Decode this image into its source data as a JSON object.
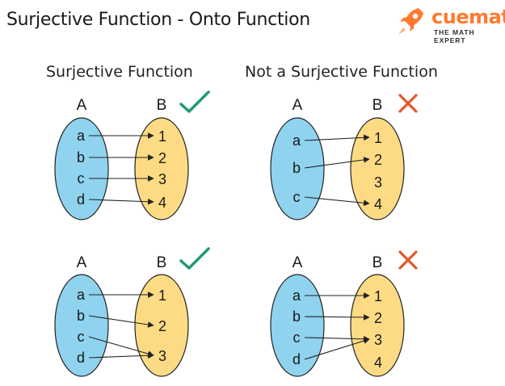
{
  "page_title": "Surjective Function - Onto Function",
  "brand": {
    "name_part1": "cue",
    "name_part2": "math",
    "tagline": "THE MATH EXPERT"
  },
  "colors": {
    "domain_fill": "#8fd3ef",
    "codomain_fill": "#fddb84",
    "check": "#1f9b73",
    "cross": "#e4572e",
    "outline": "#222222",
    "brand": "#ff7a2f"
  },
  "diagrams": [
    {
      "title": "Surjective Function",
      "set_a_label": "A",
      "set_b_label": "B",
      "mark": "check",
      "domain": [
        "a",
        "b",
        "c",
        "d"
      ],
      "codomain": [
        "1",
        "2",
        "3",
        "4"
      ],
      "mapping": [
        [
          "a",
          "1"
        ],
        [
          "b",
          "2"
        ],
        [
          "c",
          "3"
        ],
        [
          "d",
          "4"
        ]
      ]
    },
    {
      "title": "Not a Surjective Function",
      "set_a_label": "A",
      "set_b_label": "B",
      "mark": "cross",
      "domain": [
        "a",
        "b",
        "c"
      ],
      "codomain": [
        "1",
        "2",
        "3",
        "4"
      ],
      "mapping": [
        [
          "a",
          "1"
        ],
        [
          "b",
          "2"
        ],
        [
          "c",
          "4"
        ]
      ]
    },
    {
      "title": "",
      "set_a_label": "A",
      "set_b_label": "B",
      "mark": "check",
      "domain": [
        "a",
        "b",
        "c",
        "d"
      ],
      "codomain": [
        "1",
        "2",
        "3"
      ],
      "mapping": [
        [
          "a",
          "1"
        ],
        [
          "b",
          "2"
        ],
        [
          "c",
          "3"
        ],
        [
          "d",
          "3"
        ]
      ]
    },
    {
      "title": "",
      "set_a_label": "A",
      "set_b_label": "B",
      "mark": "cross",
      "domain": [
        "a",
        "b",
        "c",
        "d"
      ],
      "codomain": [
        "1",
        "2",
        "3",
        "4"
      ],
      "mapping": [
        [
          "a",
          "1"
        ],
        [
          "b",
          "2"
        ],
        [
          "c",
          "3"
        ],
        [
          "d",
          "3"
        ]
      ]
    }
  ]
}
